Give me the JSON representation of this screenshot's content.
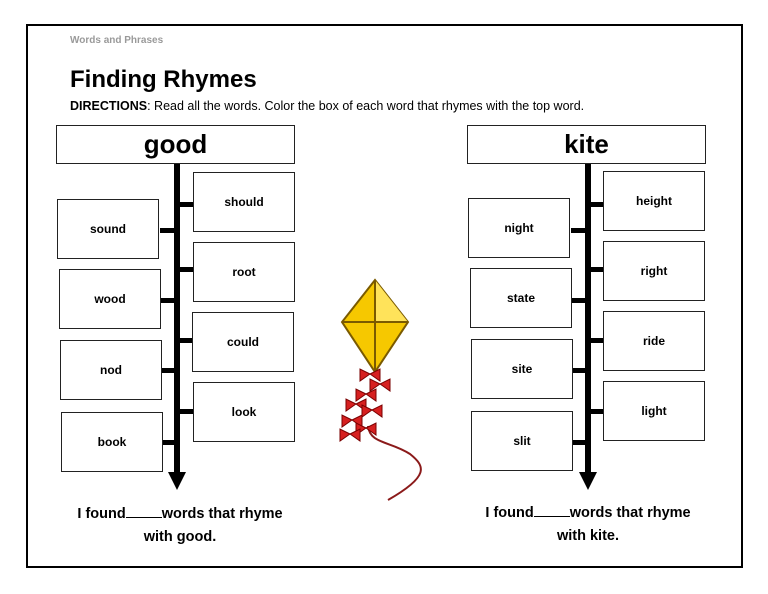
{
  "header": {
    "section_label": "Words and Phrases",
    "title": "Finding Rhymes",
    "directions_label": "DIRECTIONS",
    "directions_text": ": Read  all the words. Color the box of each word that    rhymes with the top word."
  },
  "left": {
    "top_word": "good",
    "left_words": [
      "sound",
      "wood",
      "nod",
      "book"
    ],
    "right_words": [
      "should",
      "root",
      "could",
      "look"
    ],
    "found_prefix": "I found",
    "found_suffix": "words that rhyme",
    "found_line2": "with good."
  },
  "right": {
    "top_word": "kite",
    "left_words": [
      "night",
      "state",
      "site",
      "slit"
    ],
    "right_words": [
      "height",
      "right",
      "ride",
      "light"
    ],
    "found_prefix": "I found",
    "found_suffix": "words that rhyme",
    "found_line2": "with kite."
  },
  "illustration": {
    "icon": "kite-icon",
    "kite_color": "#f6c800",
    "tail_color": "#d62020",
    "string_color": "#8b1a1a"
  }
}
